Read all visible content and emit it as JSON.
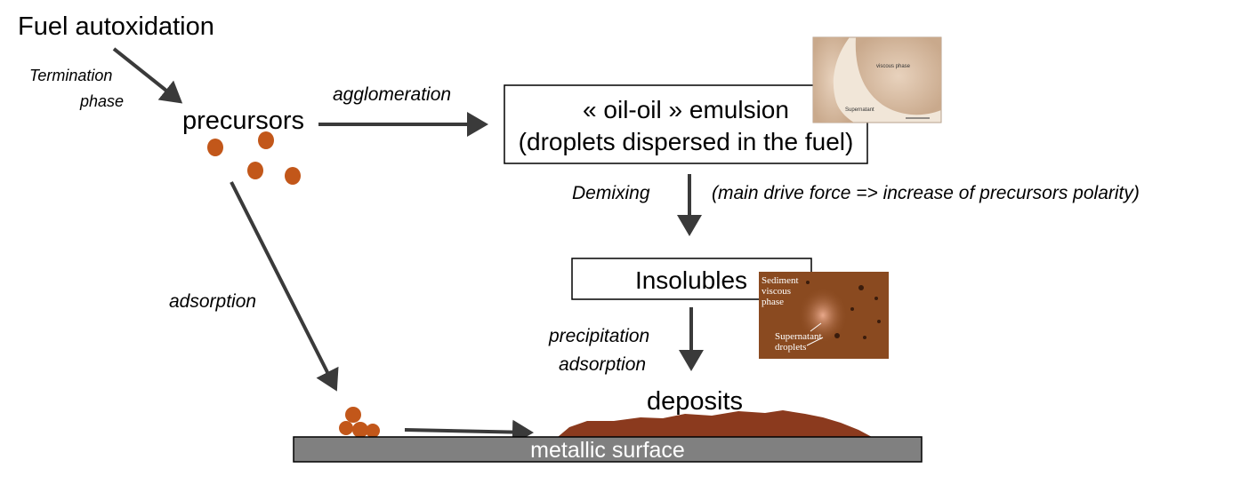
{
  "labels": {
    "fuel_autoxidation": "Fuel autoxidation",
    "termination_line1": "Termination",
    "termination_line2": "phase",
    "precursors": "precursors",
    "agglomeration": "agglomeration",
    "emulsion_line1": "« oil-oil » emulsion",
    "emulsion_line2": "(droplets dispersed in the fuel)",
    "demixing": "Demixing",
    "drive_force": "(main drive force => increase of precursors polarity)",
    "insolubles": "Insolubles",
    "adsorption": "adsorption",
    "precipitation": "precipitation",
    "adsorption2": "adsorption",
    "deposits": "deposits",
    "metallic_surface": "metallic surface"
  },
  "micrograph1": {
    "viscous_phase": "viscous phase",
    "supernatant": "Supernatant"
  },
  "micrograph2": {
    "sediment_line1": "Sediment",
    "sediment_line2": "viscous",
    "sediment_line3": "phase",
    "supernatant_line1": "Supernatant",
    "supernatant_line2": "droplets"
  },
  "colors": {
    "droplet": "#c2571a",
    "deposit": "#8b3a1e",
    "surface": "#808080",
    "arrow": "#3a3a3a",
    "micro1_bg": "#efe2d3",
    "micro2_bg": "#8a4a20"
  }
}
